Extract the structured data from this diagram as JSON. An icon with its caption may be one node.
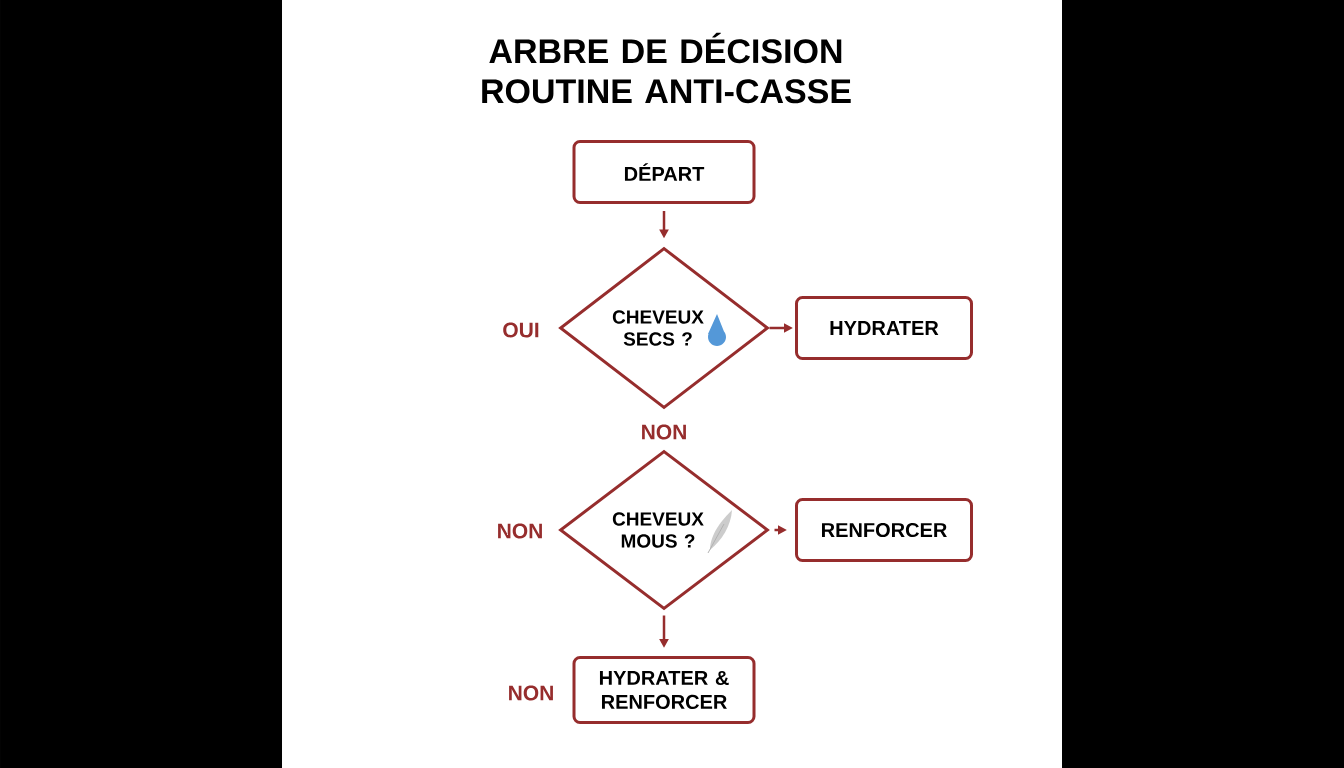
{
  "diagram": {
    "title": "ARBRE DE DÉCISION ROUTINE ANTI-CASSE",
    "nodes": [
      {
        "text": [
          "DÉPART"
        ]
      },
      {
        "text": [
          "CHEVEUX SECS ?"
        ],
        "beside": [
          "OUI"
        ]
      },
      {
        "text": [
          "HYDRATER"
        ]
      },
      {
        "text": [
          "CHEVEUX MOUS ?"
        ],
        "beside": [
          "NON"
        ]
      },
      {
        "text": [
          "RENFORCER"
        ]
      },
      {
        "text": [
          "HYDRATER & RENFORCER"
        ],
        "beside": [
          "NON"
        ]
      }
    ],
    "edges": [
      {
        "from": 0,
        "to": 1,
        "arrow": "to"
      },
      {
        "from": 1,
        "to": 2,
        "arrow": "to"
      },
      {
        "from": 3,
        "to": 4,
        "arrow": "to"
      },
      {
        "from": 3,
        "to": 5,
        "arrow": "to"
      }
    ],
    "labels": [
      "NON"
    ]
  }
}
